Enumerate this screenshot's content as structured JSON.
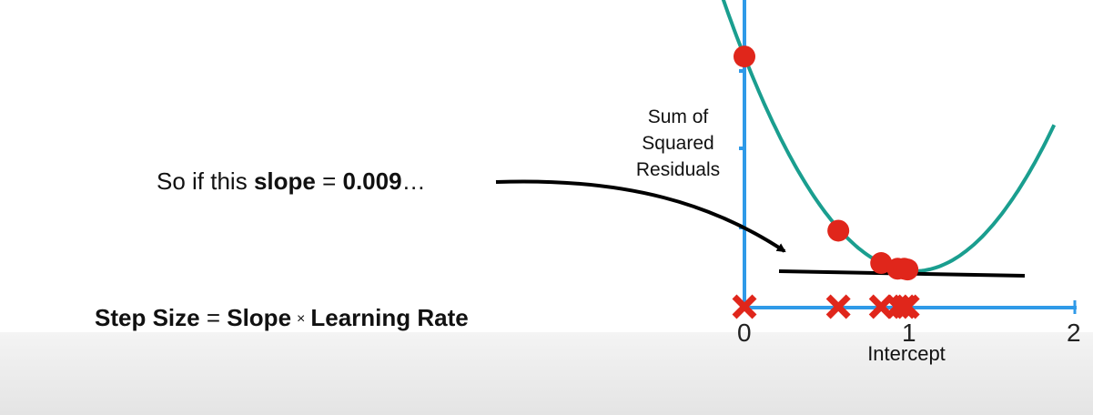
{
  "statement": {
    "prefix": "So if this ",
    "slope_word": "slope",
    "equals": " = ",
    "slope_value": "0.009",
    "ellipsis": "…"
  },
  "formula": {
    "step_size": "Step Size",
    "equals": " = ",
    "slope": "Slope",
    "times": "×",
    "learning_rate": "Learning Rate"
  },
  "chart_data": {
    "type": "line",
    "ylabel": "Sum of Squared Residuals",
    "xlabel": "Intercept",
    "x_ticks": [
      "0",
      "1",
      "2"
    ],
    "xlim": [
      0,
      2
    ],
    "curve_color": "#1a9e8f",
    "axis_color": "#2f9ae8",
    "point_color": "#e0261b",
    "tangent_slope": 0.009,
    "points": [
      {
        "intercept": 0.0,
        "ssr": 3.1
      },
      {
        "intercept": 0.57,
        "ssr": 0.95
      },
      {
        "intercept": 0.83,
        "ssr": 0.55
      },
      {
        "intercept": 0.93,
        "ssr": 0.48
      },
      {
        "intercept": 0.97,
        "ssr": 0.48
      },
      {
        "intercept": 0.99,
        "ssr": 0.47
      }
    ],
    "x_markers": [
      0.0,
      0.57,
      0.83,
      0.93,
      0.97,
      0.99
    ]
  }
}
